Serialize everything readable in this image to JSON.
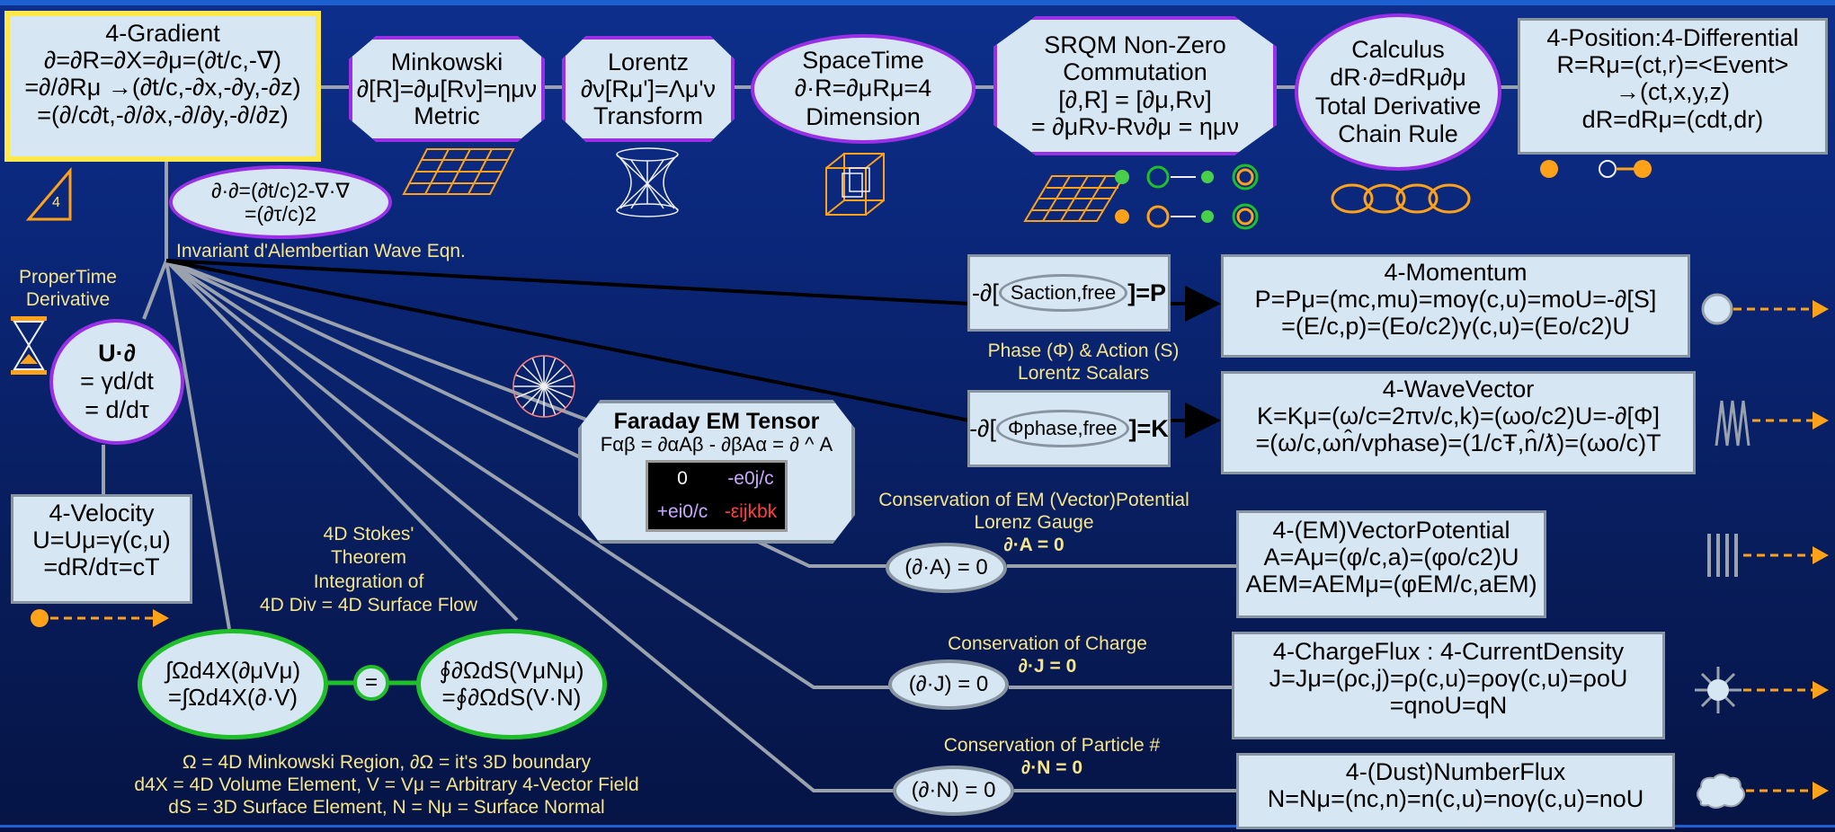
{
  "colors": {
    "box_fill": "#d6e6f3",
    "box_border": "#8894a0",
    "purple": "#9b2fe8",
    "green": "#1fbf2a",
    "yellow": "#ffe84a",
    "orange": "#ffa21a",
    "annotation": "#f7e58a",
    "background": "#0a2678"
  },
  "gradient": {
    "title": "4-Gradient",
    "line1": "∂=∂R=∂X=∂μ=(∂t/c,-∇)",
    "line2": "=∂/∂Rμ →(∂t/c,-∂x,-∂y,-∂z)",
    "line3": "=(∂/c∂t,-∂/∂x,-∂/∂y,-∂/∂z)"
  },
  "minkowski": {
    "l1": "Minkowski",
    "l2": "∂[R]=∂μ[Rν]=ημν",
    "l3": "Metric"
  },
  "lorentz": {
    "l1": "Lorentz",
    "l2": "∂ν[Rμ']=Λμ'ν",
    "l3": "Transform"
  },
  "spacetime": {
    "l1": "SpaceTime",
    "l2": "∂·R=∂μRμ=4",
    "l3": "Dimension"
  },
  "srqm": {
    "l1": "SRQM Non-Zero",
    "l2": "Commutation",
    "l3": "[∂,R] = [∂μ,Rν]",
    "l4": "= ∂μRν-Rν∂μ = ημν"
  },
  "calculus": {
    "l1": "Calculus",
    "l2": "dR·∂=dRμ∂μ",
    "l3": "Total Derivative",
    "l4": "Chain Rule"
  },
  "position": {
    "l1": "4-Position:4-Differential",
    "l2": "R=Rμ=(ct,r)=<Event>",
    "l3": "→(ct,x,y,z)",
    "l4": "dR=dRμ=(cdt,dr)"
  },
  "dalembert": {
    "l1": "∂·∂=(∂t/c)2-∇·∇",
    "l2": "=(∂τ/c)2",
    "caption": "Invariant d'Alembertian Wave Eqn.",
    "badge": "4"
  },
  "propertime": {
    "label1": "ProperTime",
    "label2": "Derivative",
    "l1": "U·∂",
    "l2": "= γd/dt",
    "l3": "= d/dτ"
  },
  "velocity": {
    "l1": "4-Velocity",
    "l2": "U=Uμ=γ(c,u)",
    "l3": "=dR/dτ=cT"
  },
  "stokes": {
    "title1": "4D Stokes'",
    "title2": "Theorem",
    "title3": "Integration of",
    "title4": "4D Div = 4D Surface Flow",
    "left1": "∫Ωd4X(∂μVμ)",
    "left2": "=∫Ωd4X(∂·V)",
    "eq": "=",
    "right1": "∮∂ΩdS(VμNμ)",
    "right2": "=∮∂ΩdS(V·N)",
    "note1": "Ω = 4D Minkowski Region, ∂Ω = it's 3D boundary",
    "note2": "d4X = 4D Volume Element, V = Vμ = Arbitrary 4-Vector Field",
    "note3": "dS = 3D Surface Element, N = Nμ = Surface Normal"
  },
  "faraday": {
    "title": "Faraday EM Tensor",
    "formula": "Fαβ = ∂αAβ - ∂βAα = ∂ ^ A",
    "m1": "0",
    "m2": "-e0j/c",
    "m3": "+ei0/c",
    "m4": "-εijkbk"
  },
  "action": {
    "op": "-∂[",
    "inner": "Saction,free",
    "close": "]=P",
    "mid1": "Phase (Φ) & Action (S)",
    "mid2": "Lorentz Scalars"
  },
  "phase": {
    "op": "-∂[",
    "inner": "Φphase,free",
    "close": "]=K"
  },
  "momentum": {
    "title": "4-Momentum",
    "l1": "P=Pμ=(mc,mu)=moγ(c,u)=moU=-∂[S]",
    "l2": "=(E/c,p)=(Eo/c2)γ(c,u)=(Eo/c2)U"
  },
  "wavevector": {
    "title": "4-WaveVector",
    "l1": "K=Kμ=(ω/c=2πν/c,k)=(ωo/c2)U=-∂[Φ]",
    "l2": "=(ω/c,ωn̂/vphase)=(1/cŦ,n̂/ƛ)=(ωo/c)T"
  },
  "conservA": {
    "cap1": "Conservation of EM (Vector)Potential",
    "cap2": "Lorenz Gauge",
    "cap3": "∂·A = 0",
    "oval": "(∂·A) = 0"
  },
  "potential": {
    "title": "4-(EM)VectorPotential",
    "l1": "A=Aμ=(φ/c,a)=(φo/c2)U",
    "l2": "AEM=AEMμ=(φEM/c,aEM)"
  },
  "conservJ": {
    "cap1": "Conservation of Charge",
    "cap2": "∂·J = 0",
    "oval": "(∂·J) = 0"
  },
  "charge": {
    "title": "4-ChargeFlux : 4-CurrentDensity",
    "l1": "J=Jμ=(ρc,j)=ρ(c,u)=ρoγ(c,u)=ρoU",
    "l2": "=qnoU=qN"
  },
  "conservN": {
    "cap1": "Conservation of Particle #",
    "cap2": "∂·N = 0",
    "oval": "(∂·N) = 0"
  },
  "number": {
    "title": "4-(Dust)NumberFlux",
    "l1": "N=Nμ=(nc,n)=n(c,u)=noγ(c,u)=noU"
  }
}
